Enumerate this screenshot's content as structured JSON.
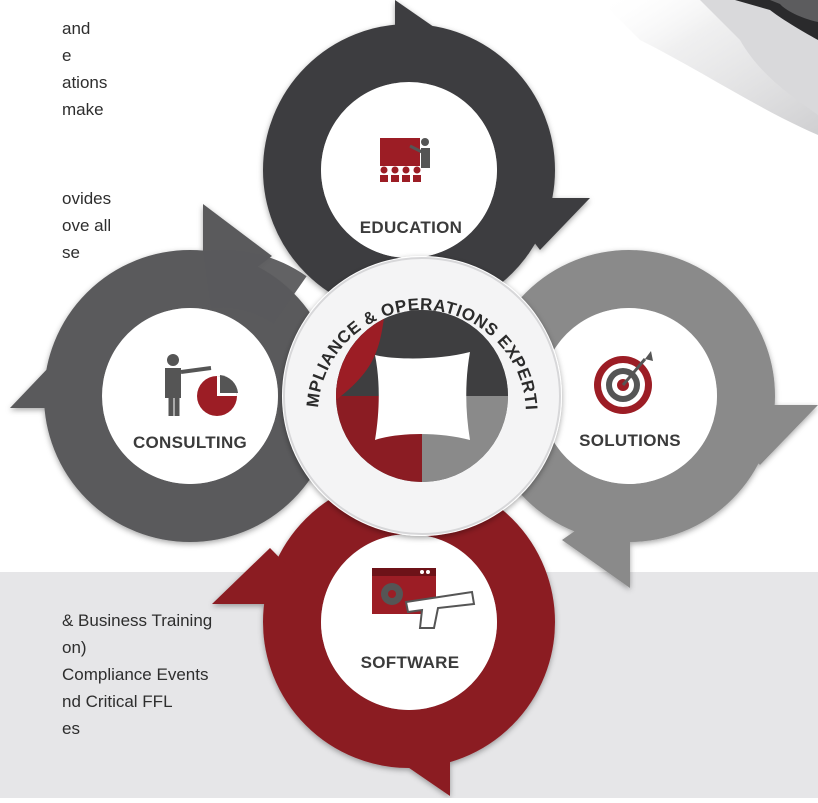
{
  "intro_lines": [
    "and",
    "e",
    "ations",
    "make",
    "ovides",
    "ove all",
    "se"
  ],
  "bottom_lines": [
    "& Business Training",
    "on)",
    "Compliance Events",
    "nd Critical FFL",
    "es"
  ],
  "center_label": "COMPLIANCE & OPERATIONS EXPERTISE",
  "cycle_items": [
    {
      "label": "EDUCATION",
      "icon": "presentation-icon"
    },
    {
      "label": "SOLUTIONS",
      "icon": "target-icon"
    },
    {
      "label": "SOFTWARE",
      "icon": "software-gun-icon"
    },
    {
      "label": "CONSULTING",
      "icon": "consultant-chart-icon"
    }
  ],
  "colors": {
    "education": "#3e3e40",
    "solutions": "#8a8a8a",
    "software": "#8b1c23",
    "consulting": "#5a5a5c",
    "red_accent": "#9c1d25",
    "bottom_panel": "#e6e6e8"
  }
}
